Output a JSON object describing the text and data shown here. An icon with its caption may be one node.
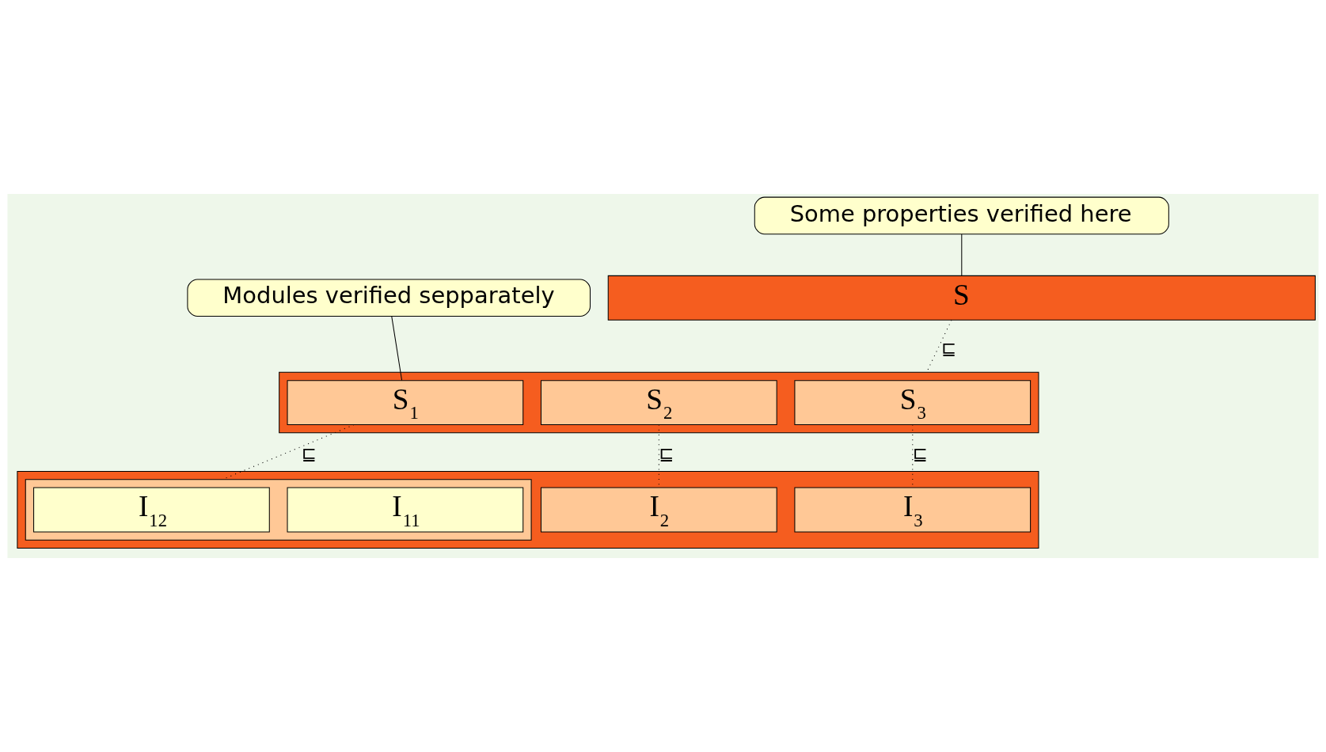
{
  "diagram": {
    "nodes": [
      {
        "text": [
          "S"
        ]
      },
      {
        "text": [
          "Modules verified sepparately"
        ]
      },
      {
        "text": [
          "Some properties verified here"
        ]
      },
      {
        "text": [],
        "shape": "box"
      },
      {
        "text": [
          "S$_{1}$"
        ],
        "in": 3
      },
      {
        "text": [
          "S$_{2}$"
        ],
        "in": 3
      },
      {
        "text": [
          "S$_{3}$"
        ],
        "in": 3
      },
      {
        "text": [],
        "shape": "box"
      },
      {
        "text": [],
        "shape": "box",
        "in": 7
      },
      {
        "text": [
          "I$_{11}$"
        ],
        "in": 8
      },
      {
        "text": [
          "I$_{12}$"
        ],
        "in": 8
      },
      {
        "text": [
          "I$_{2}$"
        ],
        "in": 7
      },
      {
        "text": [
          "I$_{3}$"
        ],
        "in": 7
      }
    ],
    "edges": [
      {
        "from": 1,
        "to": 4,
        "arrow": "none"
      },
      {
        "from": 2,
        "to": 0,
        "arrow": "none"
      },
      {
        "from": 0,
        "to": 3,
        "arrow": "none",
        "style": "dashed",
        "label": "⊑"
      },
      {
        "from": 4,
        "to": 8,
        "arrow": "none",
        "style": "dashed",
        "label": "⊑"
      },
      {
        "from": 5,
        "to": 11,
        "arrow": "none",
        "style": "dashed",
        "label": "⊑"
      },
      {
        "from": 6,
        "to": 12,
        "arrow": "none",
        "style": "dashed",
        "label": "⊑"
      }
    ]
  }
}
